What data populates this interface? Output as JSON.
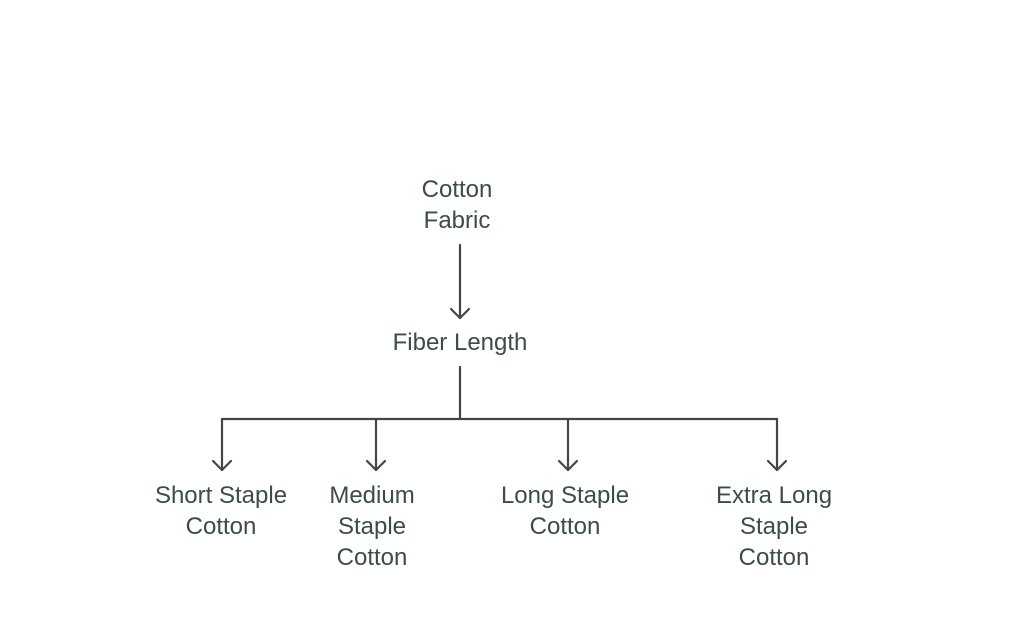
{
  "diagram": {
    "type": "tree",
    "colors": {
      "text": "#3d4b4b",
      "line": "#454545",
      "background": "#ffffff"
    },
    "root": {
      "id": "cotton-fabric",
      "lines": [
        "Cotton",
        "Fabric"
      ]
    },
    "middle": {
      "id": "fiber-length",
      "lines": [
        "Fiber Length"
      ]
    },
    "leaves": [
      {
        "id": "short-staple",
        "lines": [
          "Short Staple",
          "Cotton"
        ]
      },
      {
        "id": "medium-staple",
        "lines": [
          "Medium",
          "Staple",
          "Cotton"
        ]
      },
      {
        "id": "long-staple",
        "lines": [
          "Long Staple",
          "Cotton"
        ]
      },
      {
        "id": "extra-long-staple",
        "lines": [
          "Extra Long",
          "Staple",
          "Cotton"
        ]
      }
    ],
    "edges": [
      [
        "cotton-fabric",
        "fiber-length"
      ],
      [
        "fiber-length",
        "short-staple"
      ],
      [
        "fiber-length",
        "medium-staple"
      ],
      [
        "fiber-length",
        "long-staple"
      ],
      [
        "fiber-length",
        "extra-long-staple"
      ]
    ]
  }
}
